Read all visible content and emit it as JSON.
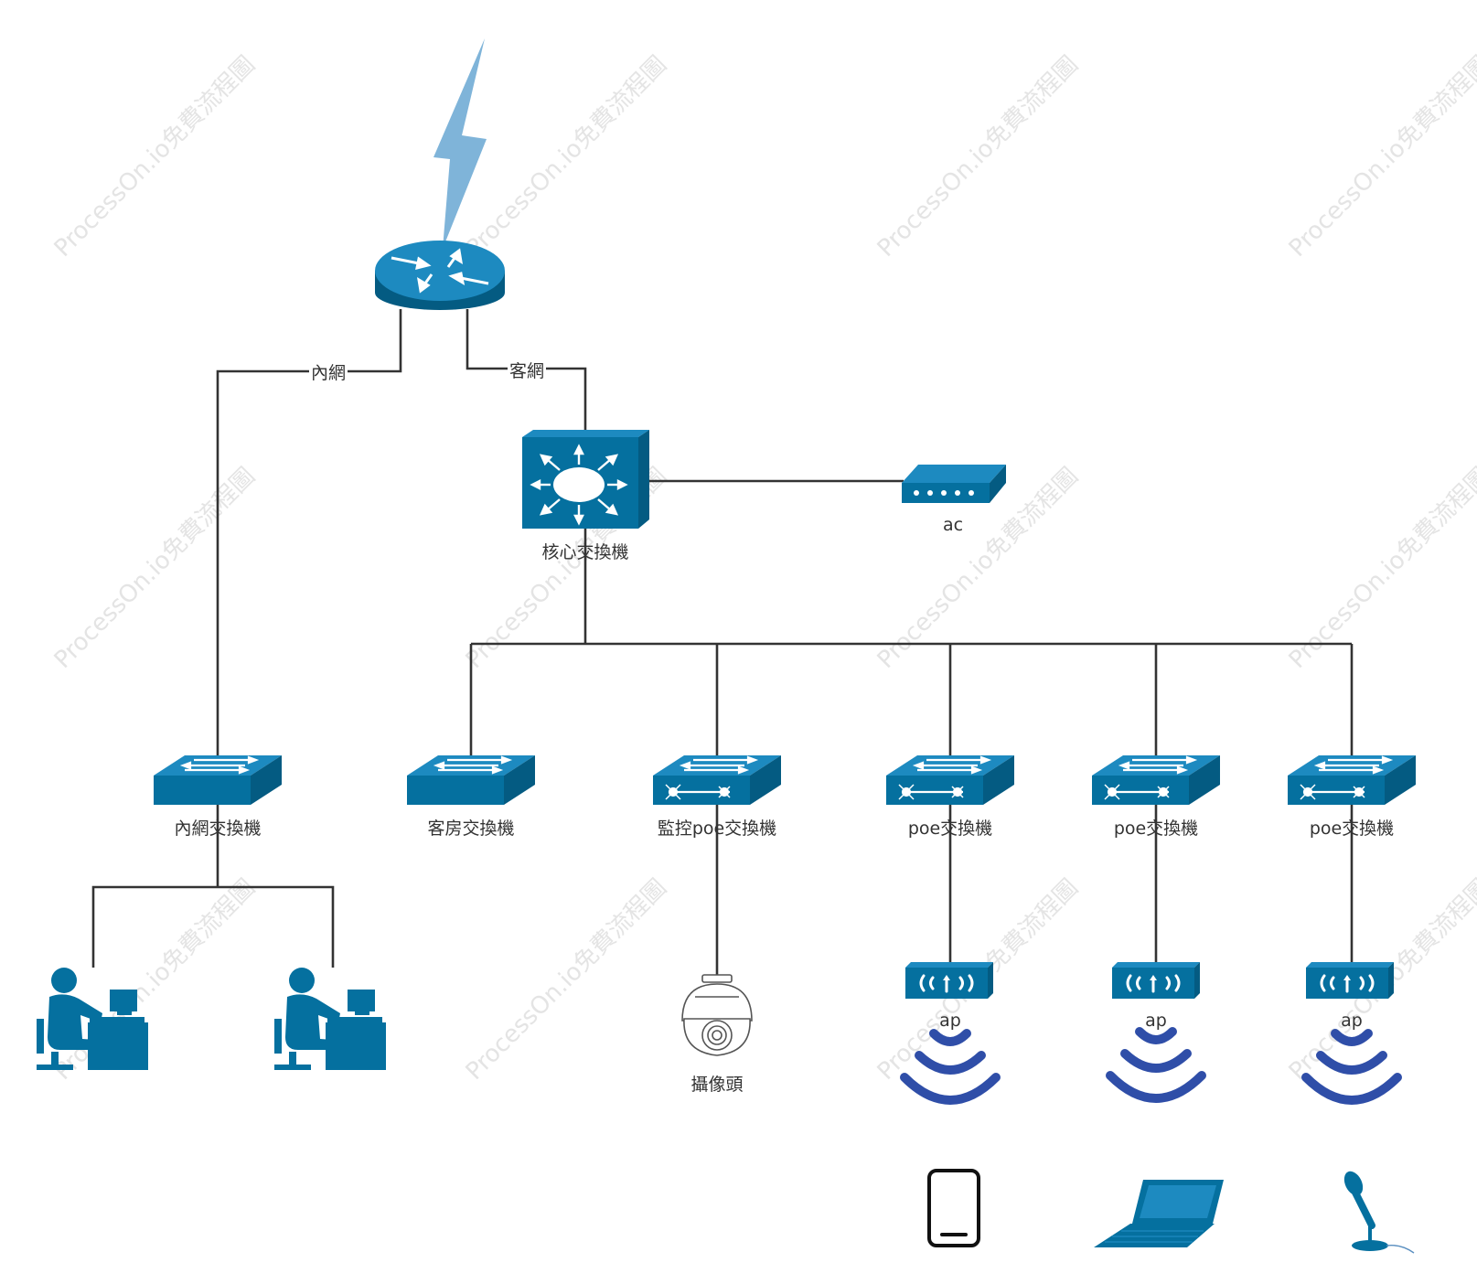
{
  "watermark": "ProcessOn.io免費流程圖",
  "colors": {
    "device": "#05709f",
    "device_top": "#1d8ac0",
    "device_side": "#045b82",
    "wifi": "#2f4ea8",
    "lightning": "#7fb4d9",
    "wire": "#333333"
  },
  "edges": {
    "lan_label": "內網",
    "guest_label": "客網"
  },
  "nodes": {
    "router": {
      "icon": "router-icon"
    },
    "core_switch": {
      "icon": "layer3-switch-icon",
      "label": "核心交換機"
    },
    "ac": {
      "icon": "access-controller-icon",
      "label": "ac"
    },
    "lan_switch": {
      "icon": "switch-icon",
      "label": "內網交換機"
    },
    "room_switch": {
      "icon": "switch-icon",
      "label": "客房交換機"
    },
    "monitor_poe_switch": {
      "icon": "poe-switch-icon",
      "label": "監控poe交換機"
    },
    "poe_switches": [
      {
        "icon": "poe-switch-icon",
        "label": "poe交換機"
      },
      {
        "icon": "poe-switch-icon",
        "label": "poe交換機"
      },
      {
        "icon": "poe-switch-icon",
        "label": "poe交換機"
      }
    ],
    "aps": [
      {
        "icon": "access-point-icon",
        "label": "ap"
      },
      {
        "icon": "access-point-icon",
        "label": "ap"
      },
      {
        "icon": "access-point-icon",
        "label": "ap"
      }
    ],
    "camera": {
      "icon": "dome-camera-icon",
      "label": "攝像頭"
    },
    "workstations": [
      {
        "icon": "workstation-icon"
      },
      {
        "icon": "workstation-icon"
      }
    ],
    "endpoints": [
      {
        "icon": "tablet-icon"
      },
      {
        "icon": "laptop-icon"
      },
      {
        "icon": "microphone-icon"
      }
    ]
  }
}
